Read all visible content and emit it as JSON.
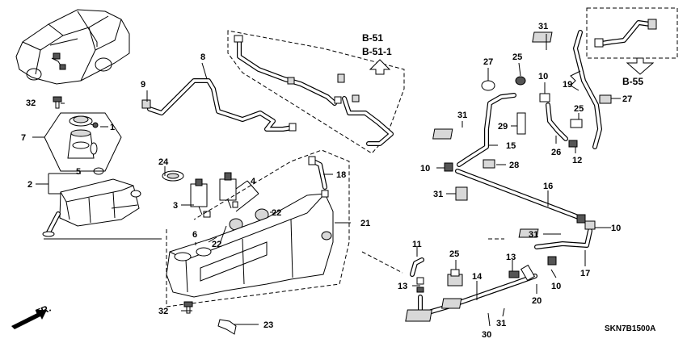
{
  "diagram": {
    "part_numbers": [
      "1",
      "2",
      "3",
      "4",
      "5",
      "6",
      "7",
      "8",
      "9",
      "10",
      "10",
      "10",
      "10",
      "11",
      "12",
      "13",
      "13",
      "14",
      "15",
      "16",
      "17",
      "18",
      "19",
      "20",
      "21",
      "22",
      "22",
      "23",
      "24",
      "25",
      "25",
      "25",
      "26",
      "27",
      "27",
      "28",
      "29",
      "30",
      "31",
      "31",
      "31",
      "31",
      "31",
      "32",
      "32"
    ],
    "references": {
      "b51": "B-51",
      "b51_1": "B-51-1",
      "b55": "B-55",
      "fr": "FR."
    },
    "drawing_code": "SKN7B1500A"
  }
}
